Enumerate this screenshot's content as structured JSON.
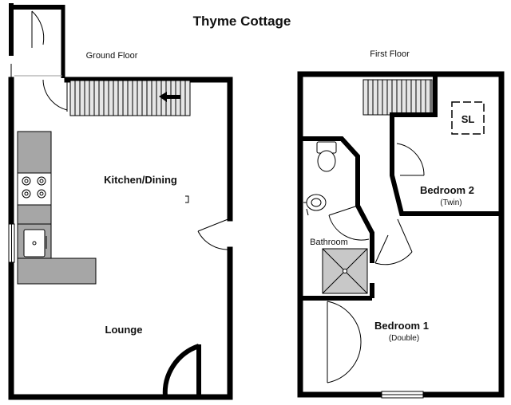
{
  "title": "Thyme Cottage",
  "floors": {
    "ground": "Ground Floor",
    "first": "First Floor"
  },
  "rooms": {
    "kitchen_dining": "Kitchen/Dining",
    "lounge": "Lounge",
    "bathroom": "Bathroom",
    "bedroom1": {
      "name": "Bedroom 1",
      "note": "(Double)"
    },
    "bedroom2": {
      "name": "Bedroom 2",
      "note": "(Twin)"
    }
  },
  "symbols": {
    "skylight": "SL",
    "stair_arrow": "arrow-left-icon"
  },
  "colors": {
    "wall": "#000000",
    "worktop": "#a6a6a6",
    "stair_fill": "#e6e6e6",
    "fixture_fill": "#ffffff"
  }
}
